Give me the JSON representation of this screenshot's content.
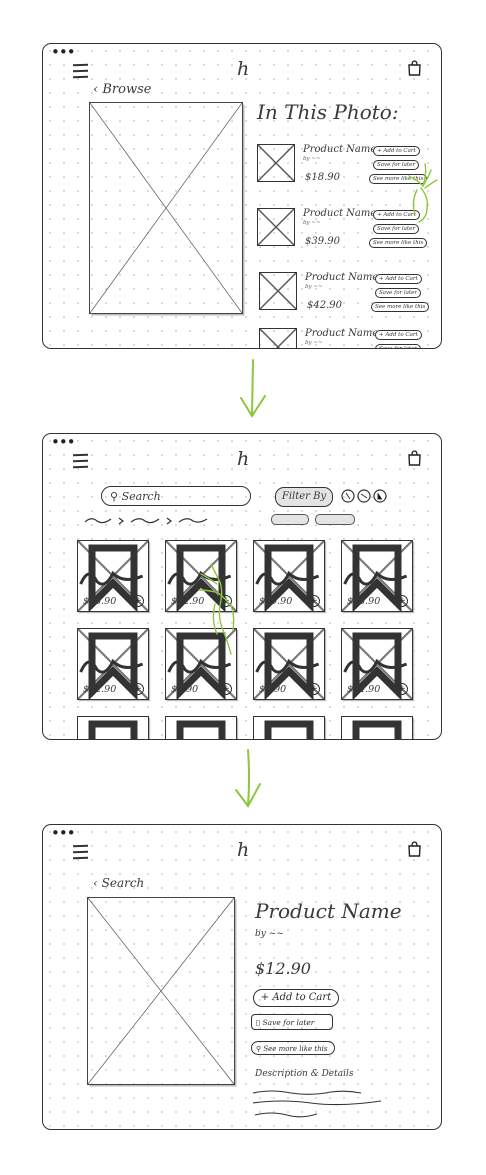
{
  "screens": {
    "photo": {
      "back_label": "Browse",
      "section_title": "In This Photo:",
      "products": [
        {
          "name": "Product Name",
          "by": "by ~~",
          "price": "$18.90"
        },
        {
          "name": "Product Name",
          "by": "by ~~",
          "price": "$39.90"
        },
        {
          "name": "Product Name",
          "by": "by ~~",
          "price": "$42.90"
        },
        {
          "name": "Product Name",
          "by": "by ~~",
          "price": ""
        }
      ],
      "actions": {
        "add": "+ Add to Cart",
        "save": "Save for later",
        "more": "See more like this"
      }
    },
    "browse": {
      "search_placeholder": "Search",
      "filter_label": "Filter By",
      "tiles": [
        "$18.90",
        "$12.90",
        "$39.90",
        "$18.90",
        "$42.90",
        "$7.90",
        "$9.90",
        "$34.90"
      ]
    },
    "detail": {
      "back_label": "Search",
      "product_name": "Product Name",
      "by": "by ~~",
      "price": "$12.90",
      "add_label": "+ Add to Cart",
      "save_label": "Save for later",
      "more_label": "See more like this",
      "description_label": "Description & Details"
    }
  },
  "app": {
    "logo": "h",
    "dots": "•••"
  },
  "colors": {
    "annotation_green": "#8cc63e",
    "sketch_ink": "#2b2b2b",
    "dot_grid": "#d2d2d2"
  },
  "icons": [
    "menu-icon",
    "bag-icon",
    "back-chevron-icon",
    "search-icon",
    "bookmark-icon",
    "plus-icon",
    "pointer-hand-icon",
    "down-arrow-icon"
  ]
}
